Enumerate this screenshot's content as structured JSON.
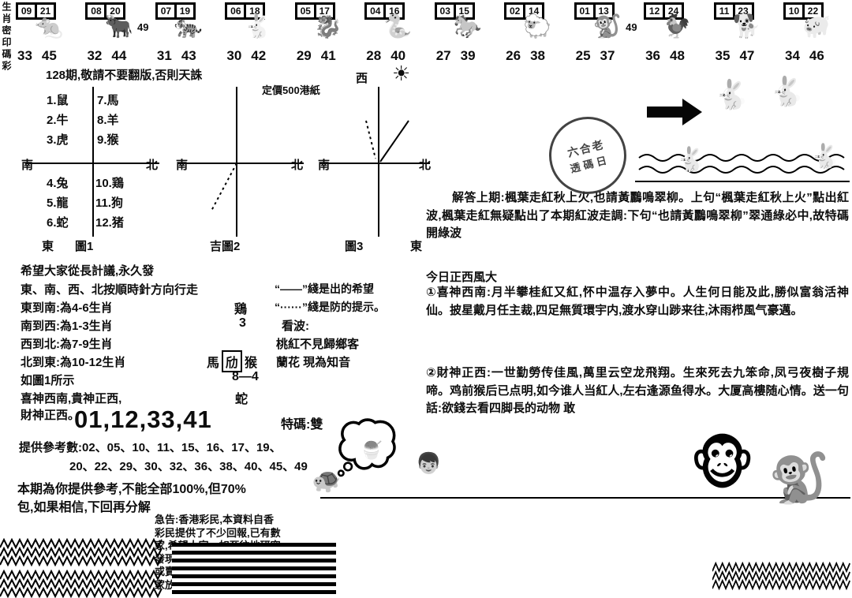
{
  "colors": {
    "ink": "#0d0d0d",
    "paper": "#ffffff"
  },
  "side_strip": {
    "chars": "生肖密印碼彩"
  },
  "zodiac_row": [
    {
      "animal": "rat",
      "emoji": "🐀",
      "tl": "09",
      "tr": "21",
      "extra": "",
      "bl": "33",
      "br": "45"
    },
    {
      "animal": "ox",
      "emoji": "🐂",
      "tl": "08",
      "tr": "20",
      "extra": "49",
      "bl": "32",
      "br": "44"
    },
    {
      "animal": "tiger",
      "emoji": "🐅",
      "tl": "07",
      "tr": "19",
      "extra": "",
      "bl": "31",
      "br": "43"
    },
    {
      "animal": "rabbit",
      "emoji": "🐇",
      "tl": "06",
      "tr": "18",
      "extra": "",
      "bl": "30",
      "br": "42"
    },
    {
      "animal": "dragon",
      "emoji": "🐉",
      "tl": "05",
      "tr": "17",
      "extra": "",
      "bl": "29",
      "br": "41"
    },
    {
      "animal": "snake",
      "emoji": "🐍",
      "tl": "04",
      "tr": "16",
      "extra": "",
      "bl": "28",
      "br": "40"
    },
    {
      "animal": "horse",
      "emoji": "🐎",
      "tl": "03",
      "tr": "15",
      "extra": "",
      "bl": "27",
      "br": "39"
    },
    {
      "animal": "goat",
      "emoji": "🐑",
      "tl": "02",
      "tr": "14",
      "extra": "",
      "bl": "26",
      "br": "38"
    },
    {
      "animal": "monkey",
      "emoji": "🐒",
      "tl": "01",
      "tr": "13",
      "extra": "49",
      "bl": "25",
      "br": "37"
    },
    {
      "animal": "rooster",
      "emoji": "🐓",
      "tl": "12",
      "tr": "24",
      "extra": "",
      "bl": "36",
      "br": "48"
    },
    {
      "animal": "dog",
      "emoji": "🐕",
      "tl": "11",
      "tr": "23",
      "extra": "",
      "bl": "35",
      "br": "47"
    },
    {
      "animal": "pig",
      "emoji": "🐖",
      "tl": "10",
      "tr": "22",
      "extra": "",
      "bl": "34",
      "br": "46"
    }
  ],
  "header": {
    "warning": "128期,敬請不要翻版,否則天誅",
    "price": "定價500港紙",
    "west": "西",
    "sun_icon": "☀"
  },
  "zodiac_list": [
    {
      "l": "1.鼠",
      "r": "7.馬"
    },
    {
      "l": "2.牛",
      "r": "8.羊"
    },
    {
      "l": "3.虎",
      "r": "9.猴"
    },
    {
      "l": "4.兔",
      "r": "10.鶏"
    },
    {
      "l": "5.龍",
      "r": "11.狗"
    },
    {
      "l": "6.蛇",
      "r": "12.猪"
    }
  ],
  "diagrams": {
    "d1": {
      "south": "南",
      "north": "北",
      "east": "東",
      "caption": "圖1"
    },
    "d2": {
      "south": "南",
      "north": "北",
      "caption": "吉圖2"
    },
    "d3": {
      "south": "南",
      "north": "北",
      "caption": "圖3",
      "east": "東"
    }
  },
  "left_text": {
    "l0": "希望大家從長計議,永久發",
    "l1": "東、南、西、北按順時針方向行走",
    "l2": "東到南:為4-6生肖",
    "l3": "南到西:為1-3生肖",
    "l4": "西到北:為7-9生肖",
    "l5": "北到東:為10-12生肖",
    "l6": "如圖1所示",
    "l7": "喜神西南,貴神正西,",
    "l8": "財神正西。"
  },
  "puzzle": {
    "p1": "鶏",
    "p2": "3",
    "p3a": "馬",
    "p3box": "劤",
    "p3b": "猴",
    "p4": "8—4",
    "p5": "蛇"
  },
  "hints": {
    "solid": "“——”綫是出的希望",
    "dotted": "“······”綫是防的提示。",
    "kanbo": "看波:",
    "verse1": "桃紅不見歸鄉客",
    "verse2": "蘭花 現為知音"
  },
  "picks": {
    "main": "01,12,33,41",
    "special": "特碼:雙",
    "ref1": "提供參考數:02、05、10、11、15、16、17、19、",
    "ref2": "20、22、29、30、32、36、38、40、45、49"
  },
  "note": {
    "n1": "本期為你提供參考,不能全部100%,但70%",
    "n2": "包,如果相信,下回再分解"
  },
  "urgent": {
    "lines": [
      "急告:香港彩民,本資料自香",
      "彩民提供了不少回報,已有數",
      "家,希望大家一如至往地研究",
      "發現有人使用本資料在非法翻",
      "或賣斷本資料。現聲明本資料",
      "家放心。"
    ]
  },
  "right": {
    "answer_head": "解答上期:",
    "answer_body": "楓葉走紅秋上火,也請黃鸝鳴翠柳。上句“楓葉走紅秋上火”點出紅波,楓葉走紅無疑點出了本期紅波走調:下句“也請黃鸝鳴翠柳”翠通綠必中,故特碼開綠波",
    "today": "今日正西風大",
    "item1_marker": "①",
    "item1_head": "喜神西南:",
    "item1_body": "月半攀桂紅又紅,怀中温存入夢中。人生何日能及此,勝似富翁活神仙。披星戴月任主裁,四足無質環宇内,渡水穿山踄来往,沐雨栉風气豪邁。",
    "item2_marker": "②",
    "item2_head": "財神正西:",
    "item2_body": "一世勤勞传佳風,萬里云空龙飛翔。生來死去九笨命,凤弓夜樹子規啼。鸡前猴后已点明,如今谁人当紅人,左右逢源鱼得水。大厦高樓随心情。送一句話:欲錢去看四脚長的动物 敢"
  },
  "stamp": {
    "s1": "六合老",
    "s2": "透碼日"
  },
  "cartoons": {
    "rabbit": "🐇",
    "monkey1": "🐵",
    "monkey2": "🐒",
    "bubble": "💭",
    "dessert": "🍧",
    "turtle": "🐢",
    "boy": "👦"
  }
}
